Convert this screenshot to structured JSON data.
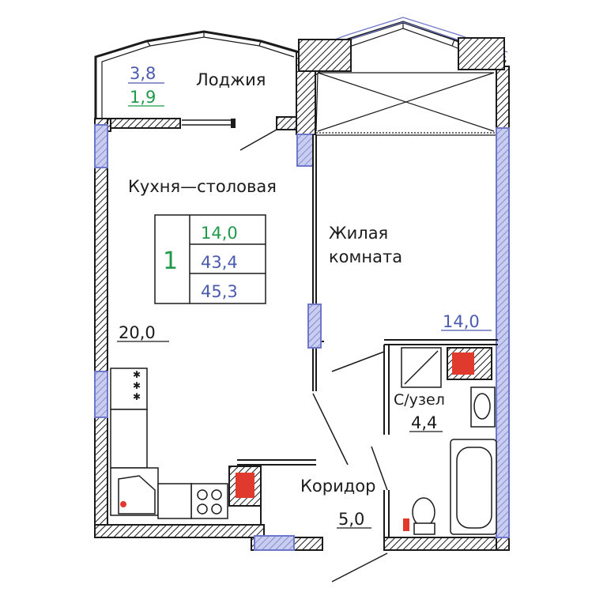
{
  "rooms": {
    "loggia": {
      "label": "Лоджия",
      "area_total": "3,8",
      "area_reduced": "1,9"
    },
    "kitchen": {
      "label": "Кухня—столовая",
      "area": "20,0"
    },
    "living": {
      "label_line1": "Жилая",
      "label_line2": "комната",
      "area": "14,0"
    },
    "bathroom": {
      "label": "С/узел",
      "area": "4,4"
    },
    "corridor": {
      "label": "Коридор",
      "area": "5,0"
    }
  },
  "summary": {
    "rooms_count": "1",
    "living_area": "14,0",
    "total_area": "43,4",
    "total_with_loggia": "45,3"
  },
  "colors": {
    "wall": "#1b1b1b",
    "window": "#6f78c8",
    "green_text": "#1f9a4a",
    "blue_text": "#4a5bb0",
    "plumbing_red": "#e03a2e"
  }
}
